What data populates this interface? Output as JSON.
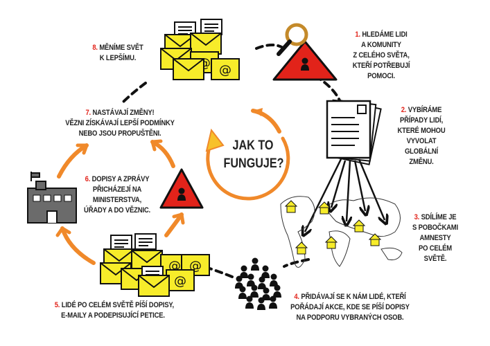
{
  "title_lines": [
    "JAK TO",
    "FUNGUJE?"
  ],
  "steps": [
    {
      "num": "1.",
      "lines": [
        "HLEDÁME LIDI",
        "A KOMUNITY",
        "Z CELÉHO SVĚTA,",
        "KTEŘÍ POTŘEBUJÍ",
        "POMOCI."
      ]
    },
    {
      "num": "2.",
      "lines": [
        "VYBÍRÁME",
        "PŘÍPADY LIDÍ,",
        "KTERÉ MOHOU",
        "VYVOLAT",
        "GLOBÁLNÍ",
        "ZMĚNU."
      ]
    },
    {
      "num": "3.",
      "lines": [
        "SDÍLÍME JE",
        "S POBOČKAMI",
        "AMNESTY",
        "PO CELÉM",
        "SVĚTĚ."
      ]
    },
    {
      "num": "4.",
      "lines": [
        "PŘIDÁVAJÍ SE K NÁM LIDÉ, KTEŘÍ",
        "POŘÁDAJÍ AKCE, KDE SE PÍŠÍ DOPISY",
        "NA PODPORU VYBRANÝCH OSOB."
      ]
    },
    {
      "num": "5.",
      "lines": [
        "LIDÉ PO CELÉM SVĚTĚ PÍŠÍ DOPISY,",
        "E-MAILY A PODEPISUJÍCÍ PETICE."
      ]
    },
    {
      "num": "6.",
      "lines": [
        "DOPISY A ZPRÁVY",
        "PŘICHÁZEJÍ NA",
        "MINISTERSTVA,",
        "ÚŘADY A DO VĚZNIC."
      ]
    },
    {
      "num": "7.",
      "lines": [
        "NASTÁVAJÍ ZMĚNY!",
        "VĚZNI ZÍSKÁVAJÍ LEPŠÍ PODMÍNKY",
        "NEBO JSOU PROPUŠTĚNI."
      ]
    },
    {
      "num": "8.",
      "lines": [
        "MĚNÍME SVĚT",
        "K LEPŠÍMU."
      ]
    }
  ],
  "icons": {
    "email_symbol": "@"
  },
  "colors": {
    "accent_red": "#e2231a",
    "envelope_yellow": "#f7ec2a",
    "arrow_orange": "#f0892a",
    "building_gray": "#6b6b6b",
    "text": "#222222"
  }
}
